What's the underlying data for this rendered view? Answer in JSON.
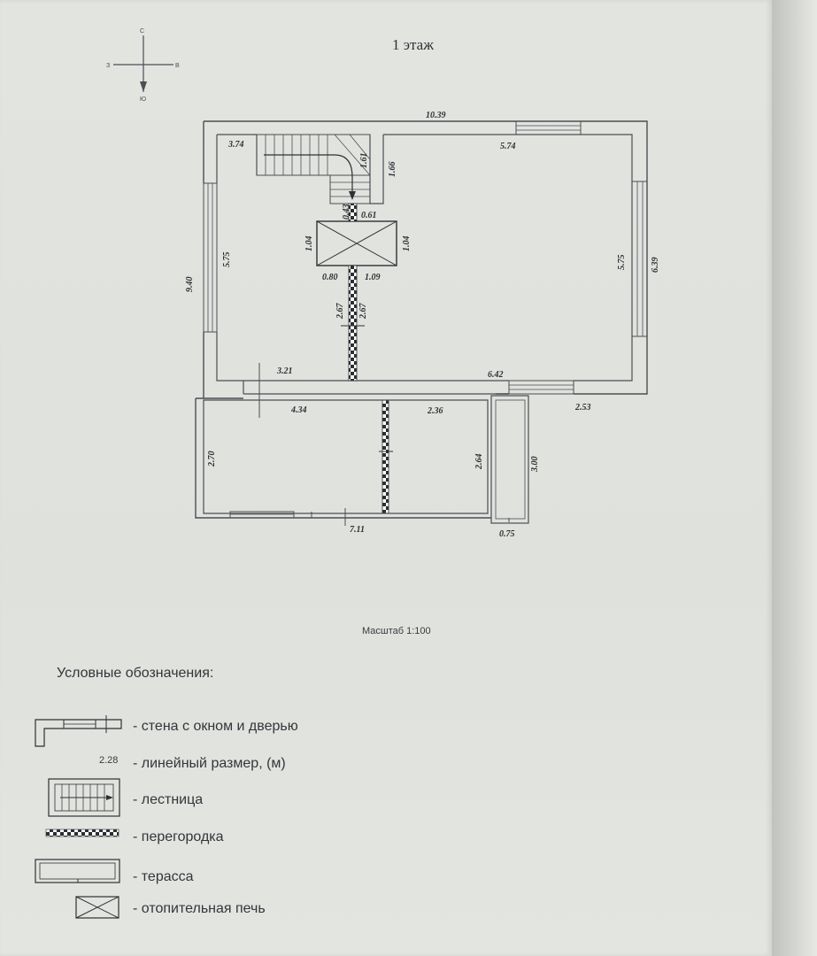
{
  "title": "1 этаж",
  "scale": "Масштаб 1:100",
  "compass": {
    "north": "С",
    "south": "Ю",
    "west": "З",
    "east": "В"
  },
  "dimensions": {
    "top_total": "10.39",
    "left_room_top": "3.74",
    "right_room_top": "5.74",
    "stair_depth": "1.61",
    "stair_side": "1.66",
    "gap_small": "0.43",
    "stove_right": "0.61",
    "stove_left_h": "1.04",
    "stove_right_h": "1.04",
    "partition_left": "0.80",
    "partition_right": "1.09",
    "partition_len_a": "2.67",
    "partition_len_b": "2.67",
    "left_room_h": "5.75",
    "left_total_h": "9.40",
    "right_room_h": "5.75",
    "right_total_h": "6.39",
    "mid_left": "3.21",
    "mid_right": "6.42",
    "lower_left_w": "4.34",
    "lower_right_w": "2.36",
    "right_step": "2.53",
    "lower_left_h": "2.70",
    "lower_right_h": "2.64",
    "terrace_h": "3.00",
    "bottom_total": "7.11",
    "terrace_w": "0.75"
  },
  "legend": {
    "title": "Условные обозначения:",
    "items": [
      {
        "icon": "wall-window-door-icon",
        "label": "- стена с окном и дверью"
      },
      {
        "icon": "linear-dimension-icon",
        "sample": "2.28",
        "label": "- линейный размер, (м)"
      },
      {
        "icon": "staircase-icon",
        "label": "- лестница"
      },
      {
        "icon": "partition-icon",
        "label": "- перегородка"
      },
      {
        "icon": "terrace-icon",
        "label": "- терасса"
      },
      {
        "icon": "heating-stove-icon",
        "label": "- отопительная печь"
      }
    ]
  }
}
